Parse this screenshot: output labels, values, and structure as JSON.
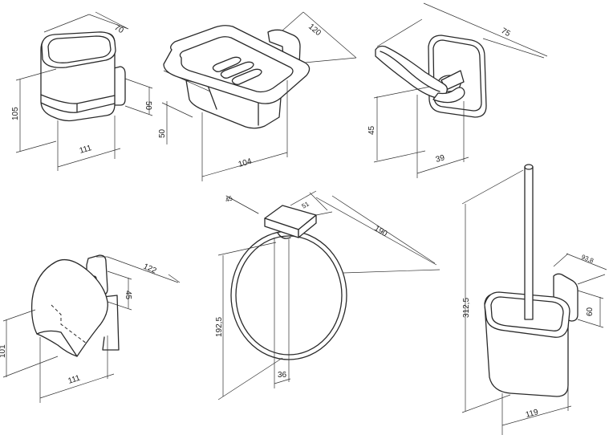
{
  "drawing": {
    "cup_holder": {
      "d_70": "70",
      "d_105": "105",
      "d_50": "50",
      "d_111": "111"
    },
    "soap_dish": {
      "d_120": "120",
      "d_50": "50",
      "d_104": "104"
    },
    "hook": {
      "d_75": "75",
      "d_45": "45",
      "d_39": "39"
    },
    "paper_holder": {
      "d_122": "122",
      "d_45": "45",
      "d_101": "101",
      "d_111": "111"
    },
    "towel_ring": {
      "d_45": "45",
      "d_51": "51",
      "d_190": "190",
      "d_192_5": "192,5",
      "d_36": "36"
    },
    "toilet_brush": {
      "d_312_5": "312,5",
      "d_93_8": "93,8",
      "d_60": "60",
      "d_119": "119"
    }
  }
}
